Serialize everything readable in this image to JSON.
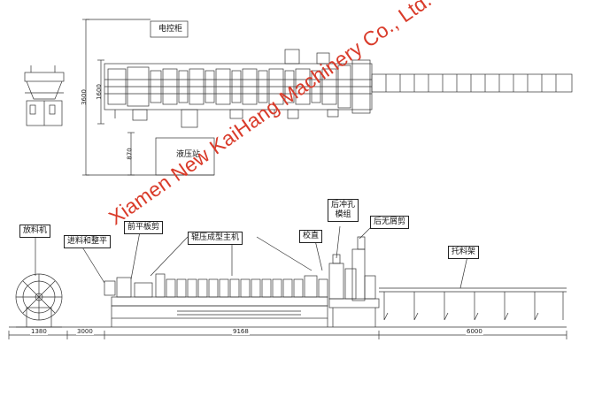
{
  "plan_view": {
    "labels": {
      "control_cabinet": "电控柜",
      "hydraulic_station": "液压站"
    },
    "dimensions": {
      "total_width": "3600",
      "machine_width": "1600",
      "lower_gap": "870"
    }
  },
  "elevation_view": {
    "callouts": {
      "decoiler": "放料机",
      "feeding_leveling": "进料和整平",
      "pre_shear": "前平板剪",
      "roll_forming_main": "辊压成型主机",
      "straightening": "校直",
      "post_punch_line1": "后冲孔",
      "post_punch_line2": "模组",
      "post_cut": "后无屑剪",
      "support_table": "托料架"
    },
    "dimensions": {
      "d1": "1380",
      "d2": "3000",
      "d3": "9168",
      "d4": "6000"
    }
  },
  "watermark": "Xiamen New KaiHang Machinery Co., Ltd."
}
